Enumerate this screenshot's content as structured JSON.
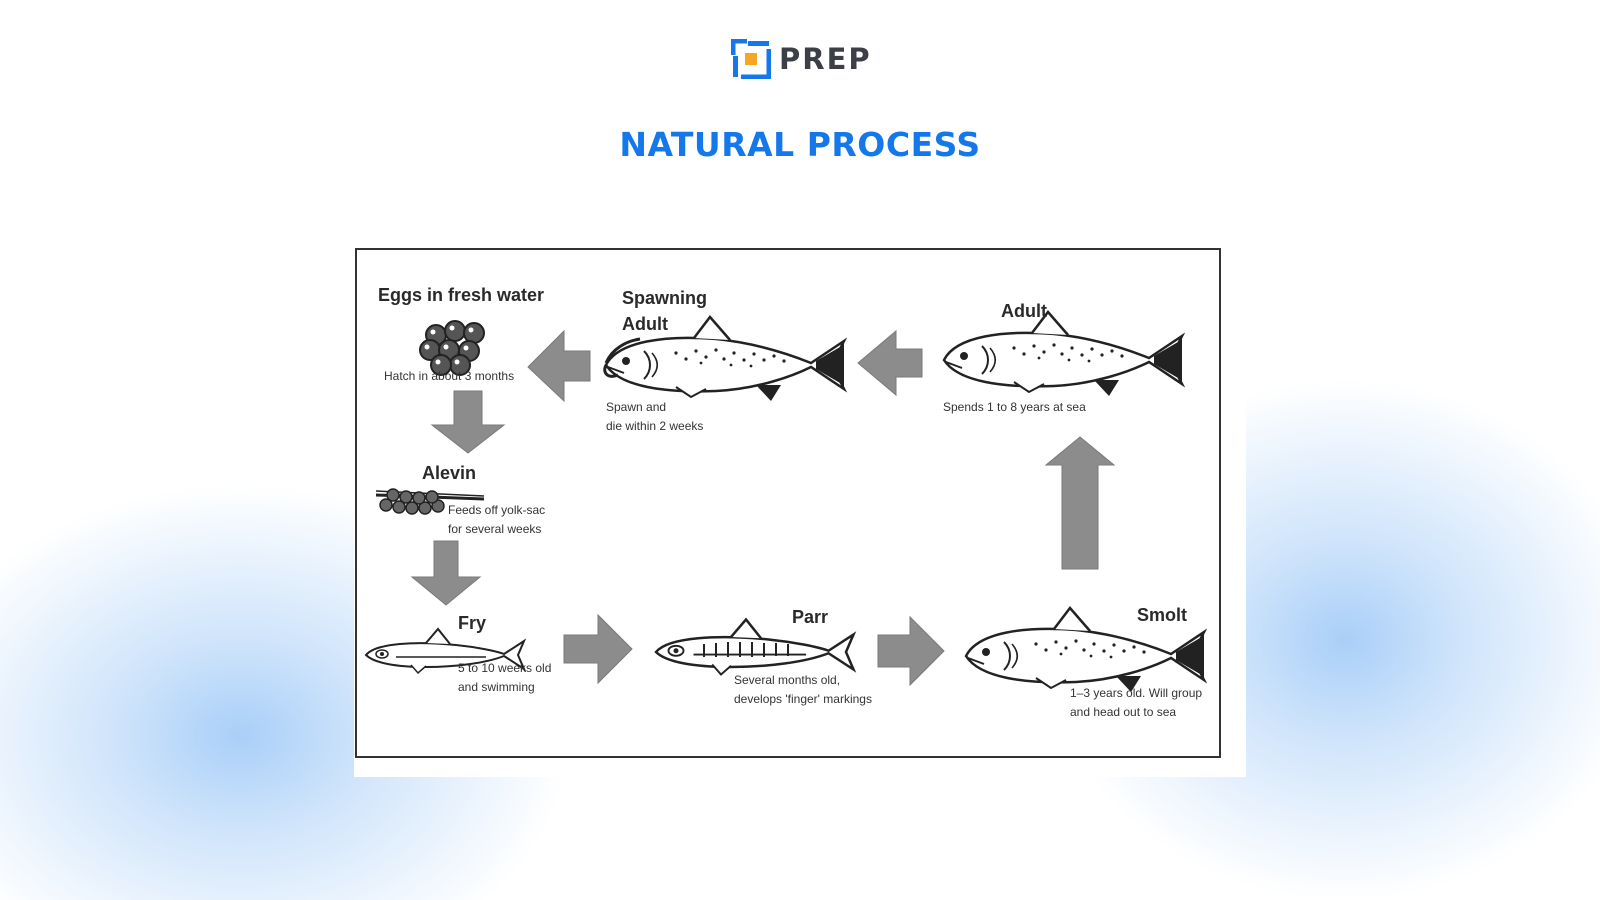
{
  "brand": {
    "name": "PREP",
    "logo_icon": "prep-logo-icon",
    "accent_color": "#1477ea"
  },
  "title": "NATURAL PROCESS",
  "diagram": {
    "stages": [
      {
        "id": "eggs",
        "label": "Eggs in fresh water",
        "note": [
          "Hatch in about 3 months"
        ]
      },
      {
        "id": "alevin",
        "label": "Alevin",
        "note": [
          "Feeds off yolk-sac",
          "for several weeks"
        ]
      },
      {
        "id": "fry",
        "label": "Fry",
        "note": [
          "5 to 10 weeks old",
          "and swimming"
        ]
      },
      {
        "id": "parr",
        "label": "Parr",
        "note": [
          "Several months old,",
          "develops 'finger' markings"
        ]
      },
      {
        "id": "smolt",
        "label": "Smolt",
        "note": [
          "1–3 years old. Will group",
          "and head out to sea"
        ]
      },
      {
        "id": "adult",
        "label": "Adult",
        "note": [
          "Spends 1 to 8 years at sea"
        ]
      },
      {
        "id": "spawning",
        "label": [
          "Spawning",
          "Adult"
        ],
        "note": [
          "Spawn and",
          "die within 2 weeks"
        ]
      }
    ]
  }
}
